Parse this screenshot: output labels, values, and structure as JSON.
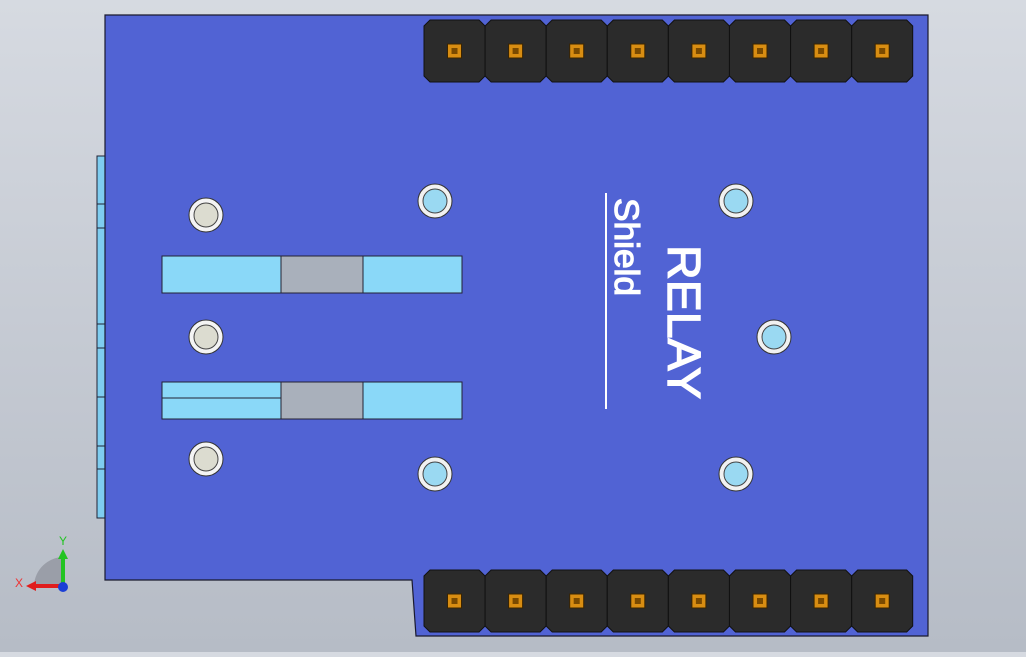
{
  "board": {
    "title": "RELAY",
    "subtitle": "Shield",
    "colors": {
      "pcb": "#5163d4",
      "header": "#2b2b2b",
      "pin": "#d88d12",
      "hole_fill": "#9ad9f2",
      "hole_ring": "#f1f1f1",
      "terminal_fill": "#8ad8f8",
      "terminal_mid": "#a9b0bb",
      "standoff": "#dcdcd0"
    },
    "top_header_pins": 8,
    "bottom_header_pins": 8
  },
  "triad": {
    "x_label": "X",
    "y_label": "Y",
    "x_color": "#e01d1d",
    "y_color": "#22c422",
    "z_color": "#1b3fd6"
  }
}
